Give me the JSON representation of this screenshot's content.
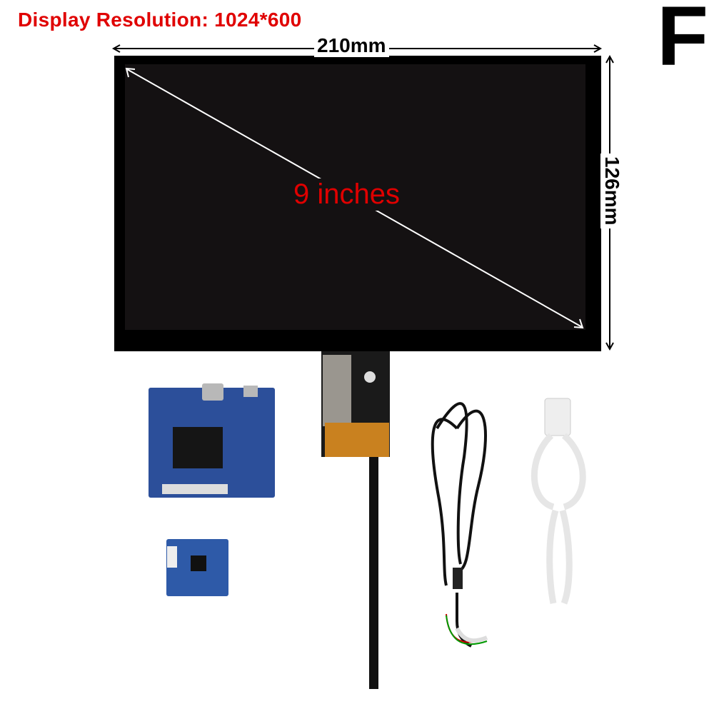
{
  "header": {
    "title": "Display Resolution: 1024*600",
    "variant_label": "F"
  },
  "display": {
    "width_label": "210mm",
    "height_label": "126mm",
    "diagonal_label": "9 inches"
  },
  "colors": {
    "accent_text": "#e00000",
    "panel": "#000000",
    "pcb": "#2c4f9a"
  }
}
